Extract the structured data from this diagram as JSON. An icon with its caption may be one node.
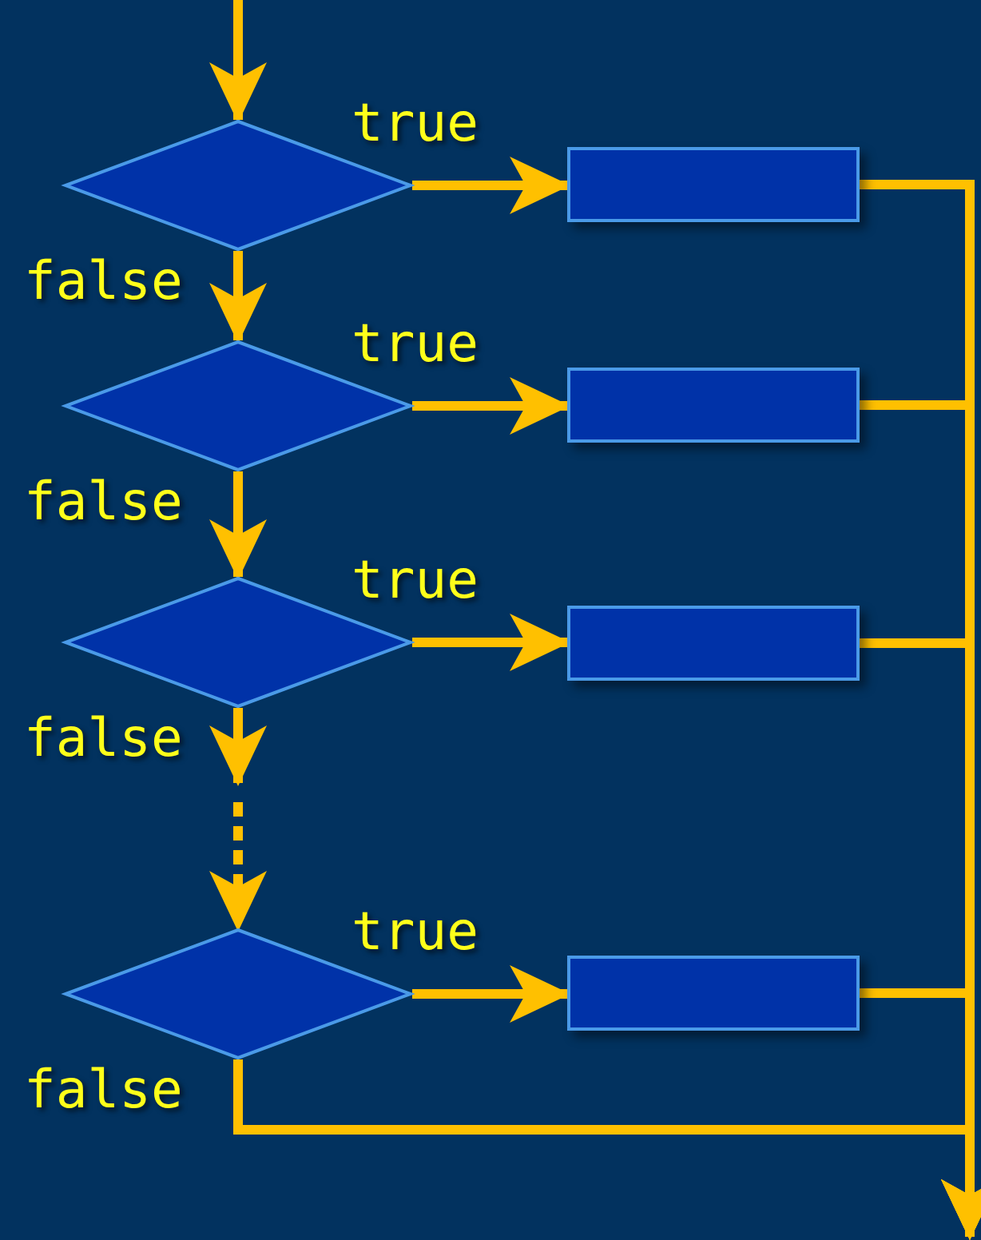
{
  "diagram": {
    "nodes": [
      {
        "text": [],
        "shape": "diamond"
      },
      {
        "text": [],
        "shape": "box"
      },
      {
        "text": [],
        "shape": "diamond"
      },
      {
        "text": [],
        "shape": "box"
      },
      {
        "text": [],
        "shape": "diamond"
      },
      {
        "text": [],
        "shape": "box"
      },
      {
        "text": [],
        "shape": "diamond"
      },
      {
        "text": [],
        "shape": "box"
      }
    ],
    "edges": [
      {
        "from": null,
        "to": 0,
        "arrow": "to"
      },
      {
        "from": 0,
        "to": 1,
        "arrow": "to",
        "label": "true"
      },
      {
        "from": 0,
        "to": 2,
        "arrow": "to",
        "label": "false"
      },
      {
        "from": 2,
        "to": 3,
        "arrow": "to",
        "label": "true"
      },
      {
        "from": 2,
        "to": 4,
        "arrow": "to",
        "label": "false"
      },
      {
        "from": 4,
        "to": 5,
        "arrow": "to",
        "label": "true"
      },
      {
        "from": 4,
        "to": 6,
        "arrow": "to",
        "label": "false",
        "style": "dashed"
      },
      {
        "from": 6,
        "to": 7,
        "arrow": "to",
        "label": "true"
      },
      {
        "from": 6,
        "to": null,
        "arrow": "to",
        "label": "false"
      },
      {
        "from": 1,
        "to": null,
        "arrow": "to"
      },
      {
        "from": 3,
        "to": null,
        "arrow": "to"
      },
      {
        "from": 5,
        "to": null,
        "arrow": "to"
      },
      {
        "from": 7,
        "to": null,
        "arrow": "to"
      }
    ]
  }
}
